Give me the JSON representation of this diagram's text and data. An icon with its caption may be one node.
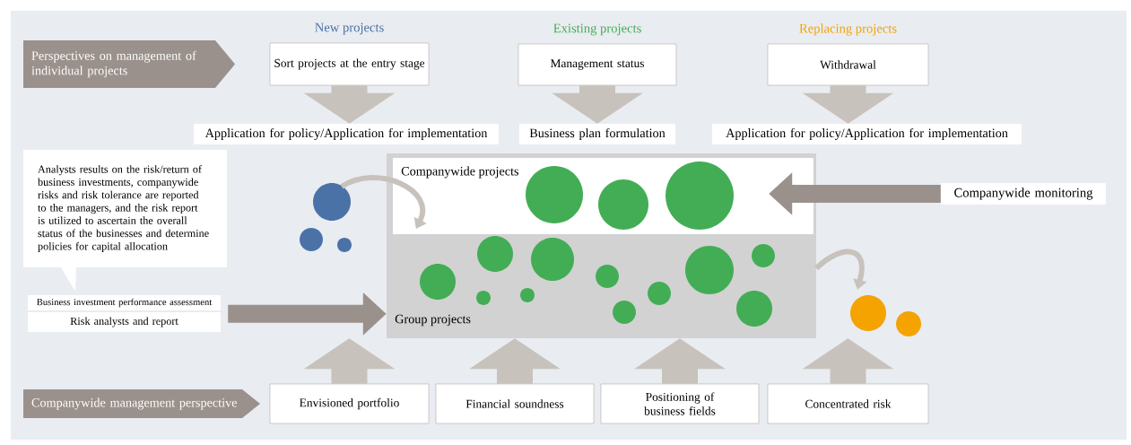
{
  "diagram": {
    "nodes": [
      {
        "text": [
          "Perspectives on management of individual projects"
        ]
      },
      {
        "text": [
          "New projects",
          "Sort projects at the entry stage"
        ]
      },
      {
        "text": [
          "Existing projects",
          "Management status"
        ]
      },
      {
        "text": [
          "Replacing projects",
          "Withdrawal"
        ]
      },
      {
        "text": [
          "Application for policy/Application for implementation"
        ]
      },
      {
        "text": [
          "Business plan formulation"
        ]
      },
      {
        "text": [
          "Application for policy/Application for implementation"
        ]
      },
      {
        "text": [
          "Companywide projects"
        ]
      },
      {
        "text": [
          "Group projects"
        ]
      },
      {
        "text": [
          "Companywide monitoring"
        ]
      },
      {
        "text": [
          "Analysts results on the risk/return of business investments, companywide risks and risk tolerance are reported to the managers, and the risk report is utilized to ascertain the overall status of the businesses and determine policies for capital allocation"
        ]
      },
      {
        "text": [
          "Business investment performance assessment"
        ]
      },
      {
        "text": [
          "Risk analysts and report"
        ]
      },
      {
        "text": [
          "Companywide management perspective"
        ]
      },
      {
        "text": [
          "Envisioned portfolio"
        ]
      },
      {
        "text": [
          "Financial soundness"
        ]
      },
      {
        "text": [
          "Positioning of business fields"
        ]
      },
      {
        "text": [
          "Concentrated risk"
        ]
      },
      {
        "text": [],
        "shape": "circle"
      },
      {
        "text": [],
        "shape": "circle"
      },
      {
        "text": [],
        "shape": "circle"
      },
      {
        "text": [],
        "shape": "circle"
      },
      {
        "text": [],
        "shape": "circle"
      }
    ],
    "edges": [
      {
        "from": 1,
        "to": 4,
        "arrow": "to"
      },
      {
        "from": 2,
        "to": 5,
        "arrow": "to"
      },
      {
        "from": 3,
        "to": 6,
        "arrow": "to"
      },
      {
        "from": 9,
        "to": 7,
        "arrow": "to",
        "color": "#9b918c"
      },
      {
        "from": 12,
        "to": 8,
        "arrow": "to",
        "color": "#9b918c"
      },
      {
        "from": 14,
        "to": 8,
        "arrow": "to"
      },
      {
        "from": 15,
        "to": 8,
        "arrow": "to"
      },
      {
        "from": 16,
        "to": 8,
        "arrow": "to"
      },
      {
        "from": 17,
        "to": 8,
        "arrow": "to"
      },
      {
        "from": 18,
        "to": 7,
        "arrow": "to"
      },
      {
        "from": 8,
        "to": 21,
        "arrow": "to"
      }
    ]
  }
}
